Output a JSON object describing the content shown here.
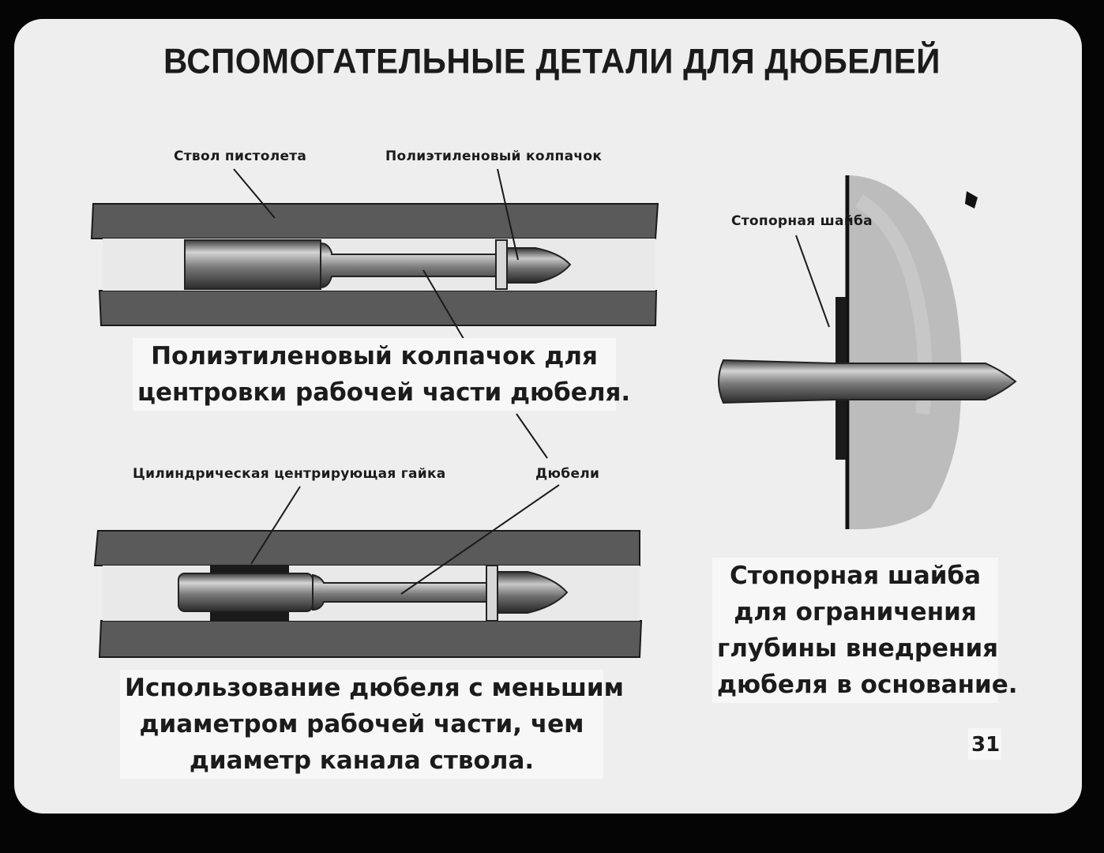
{
  "slide": {
    "title": "ВСПОМОГАТЕЛЬНЫЕ ДЕТАЛИ ДЛЯ ДЮБЕЛЕЙ",
    "page_number": "31",
    "colors": {
      "slide_background": "#eeeeee",
      "barrel": "#5a5a5a",
      "text": "#1b1b1b",
      "frame": "#050505"
    },
    "labels": {
      "barrel": "Ствол пистолета",
      "cap_label": "Полиэтиленовый колпачок",
      "lock_washer": "Стопорная шайба",
      "centering_nut": "Цилиндрическая центрирующая гайка",
      "dowels": "Дюбели"
    },
    "captions": {
      "cap_lines": [
        "Полиэтиленовый колпачок для",
        "центровки рабочей части дюбеля."
      ],
      "smaller_dowel_lines": [
        "Использование дюбеля с меньшим",
        "диаметром рабочей части, чем",
        "диаметр канала ствола."
      ],
      "washer_lines": [
        "Стопорная шайба",
        "для ограничения",
        "глубины внедрения",
        "дюбеля в основание."
      ]
    }
  }
}
